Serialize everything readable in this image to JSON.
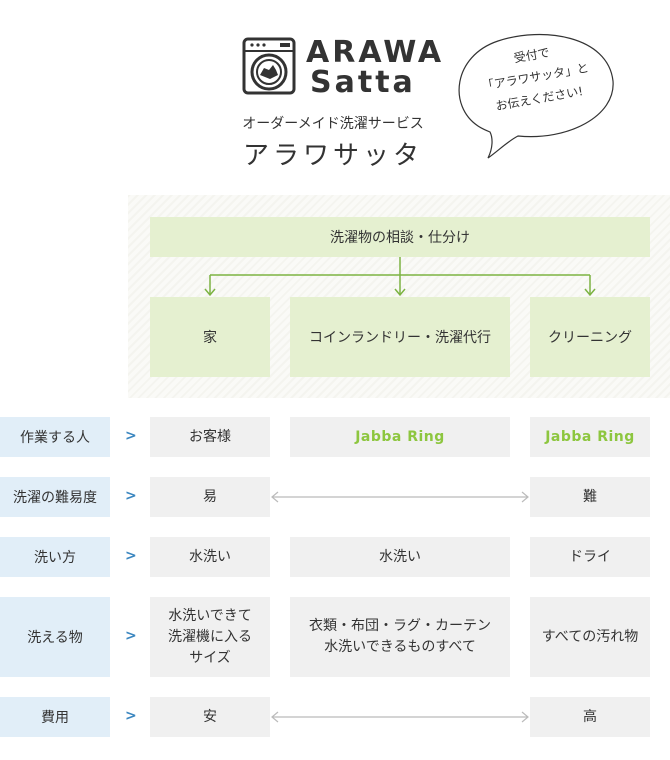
{
  "header": {
    "brand_line1": "ARAWA",
    "brand_line2": "Satta",
    "subtitle": "オーダーメイド洗濯サービス",
    "name": "アラワサッタ",
    "bubble": [
      "受付で",
      "「アラワサッタ」と",
      "お伝えください!"
    ]
  },
  "flow": {
    "top": "洗濯物の相談・仕分け",
    "branches": [
      "家",
      "コインランドリー・洗濯代行",
      "クリーニング"
    ]
  },
  "table": {
    "rows": [
      {
        "label": "作業する人",
        "cells": [
          "お客様",
          "Jabba Ring",
          "Jabba Ring"
        ]
      },
      {
        "label": "洗濯の難易度",
        "cells": [
          "易",
          "",
          "難"
        ]
      },
      {
        "label": "洗い方",
        "cells": [
          "水洗い",
          "水洗い",
          "ドライ"
        ]
      },
      {
        "label": "洗える物",
        "cells": [
          "水洗いできて\n洗濯機に入る\nサイズ",
          "衣類・布団・ラグ・カーテン\n水洗いできるものすべて",
          "すべての汚れ物"
        ]
      },
      {
        "label": "費用",
        "cells": [
          "安",
          "",
          "高"
        ]
      }
    ]
  },
  "colors": {
    "green_box": "#e5f0d0",
    "green_line": "#7cb342",
    "label_blue": "#e1eef8",
    "chevron": "#3a86c0",
    "brand_green": "#8dc63f"
  }
}
